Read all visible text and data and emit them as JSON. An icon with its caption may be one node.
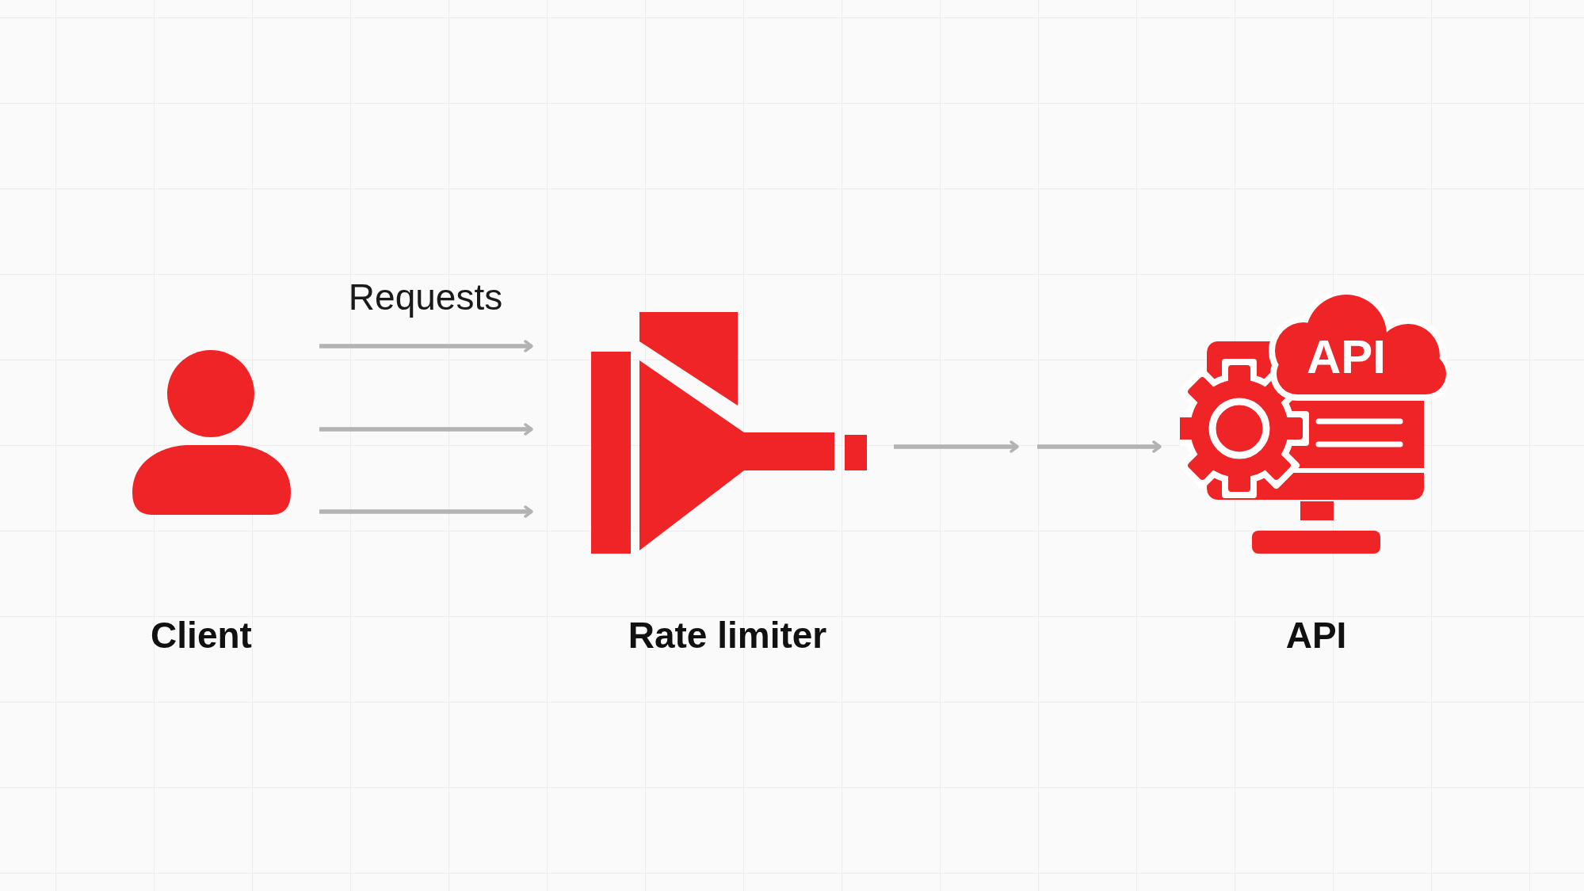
{
  "diagram": {
    "nodes": [
      {
        "text": [
          "Client"
        ]
      },
      {
        "text": [
          "Rate limiter"
        ]
      },
      {
        "text": [
          "API",
          "API"
        ]
      }
    ],
    "edges": [
      {
        "from": 0,
        "to": 1,
        "arrow": "to",
        "label": "Requests"
      },
      {
        "from": 0,
        "to": 1,
        "arrow": "to"
      },
      {
        "from": 0,
        "to": 1,
        "arrow": "to"
      },
      {
        "from": 1,
        "to": null,
        "arrow": "to"
      },
      {
        "from": null,
        "to": 2,
        "arrow": "to"
      }
    ]
  }
}
